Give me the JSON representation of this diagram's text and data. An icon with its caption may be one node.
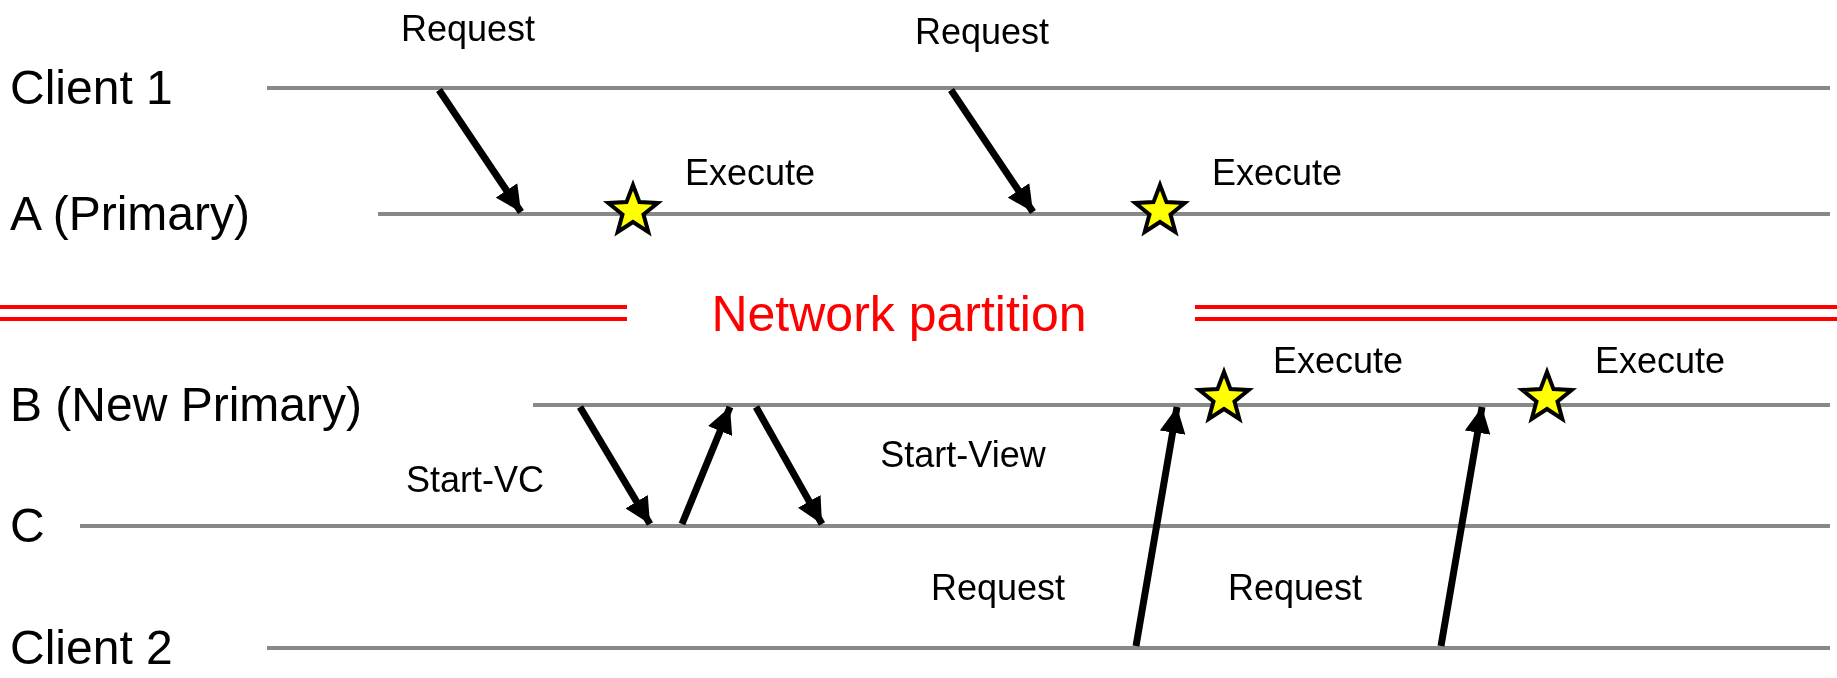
{
  "diagram": {
    "nodes": [
      {
        "text": [],
        "shape": "bar"
      },
      {
        "text": [],
        "shape": "bar"
      },
      {
        "text": [],
        "shape": "bar"
      },
      {
        "text": [],
        "shape": "bar"
      },
      {
        "text": [],
        "shape": "bar"
      }
    ],
    "edges": [
      {
        "from": 0,
        "to": 1,
        "arrow": "to",
        "label": "Request"
      },
      {
        "from": 0,
        "to": 1,
        "arrow": "to",
        "label": "Request"
      },
      {
        "from": 2,
        "to": 3,
        "arrow": "to",
        "label": "Start-VC"
      },
      {
        "from": 3,
        "to": 2,
        "arrow": "to"
      },
      {
        "from": 2,
        "to": 3,
        "arrow": "to",
        "label": "Start-View"
      },
      {
        "from": 4,
        "to": 2,
        "arrow": "to",
        "label": "Request"
      },
      {
        "from": 4,
        "to": 2,
        "arrow": "to",
        "label": "Request"
      }
    ],
    "labels": [
      "Client 1",
      "A (Primary)",
      "Execute",
      "Execute",
      "Network partition",
      "B (New Primary)",
      "Execute",
      "Execute",
      "C",
      "Client 2"
    ]
  }
}
